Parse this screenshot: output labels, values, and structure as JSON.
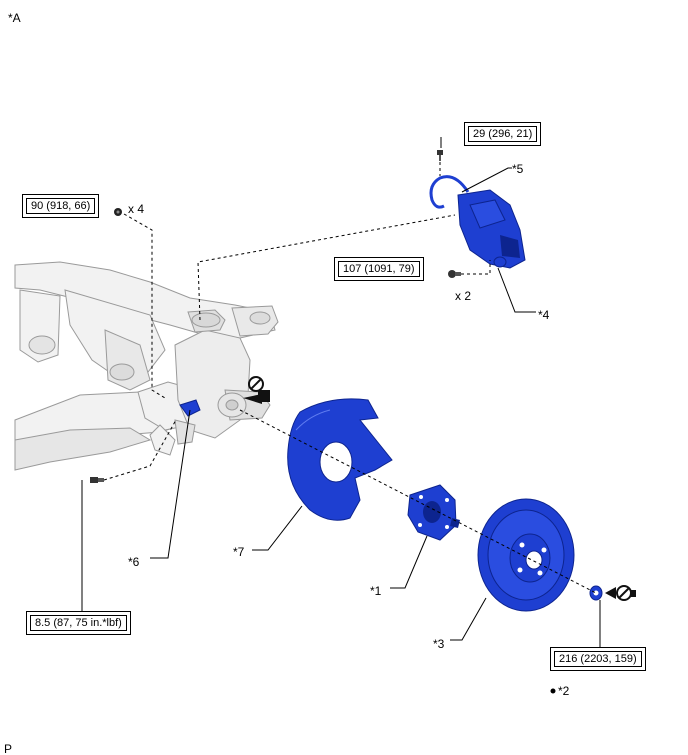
{
  "figure_label": "*A",
  "corner_label": "P",
  "torques": {
    "bleeder": "29 (296, 21)",
    "crossmember": "90 (918, 66)",
    "caliper": "107 (1091, 79)",
    "shield_bolt": "8.5 (87, 75 in.*lbf)",
    "hub_nut": "216 (2203, 159)"
  },
  "quantities": {
    "crossmember": "x 4",
    "caliper": "x 2"
  },
  "callouts": {
    "hub": "*1",
    "legend_dot": "*2",
    "disc": "*3",
    "caliper": "*4",
    "hose": "*5",
    "sensor": "*6",
    "dust_cover": "*7"
  },
  "colors": {
    "part_blue": "#1e3fd1",
    "dark_blue": "#0d248f",
    "line": "#000000"
  },
  "icons": [
    "do-not-reuse-icon",
    "bolt-icon",
    "nut-icon"
  ]
}
